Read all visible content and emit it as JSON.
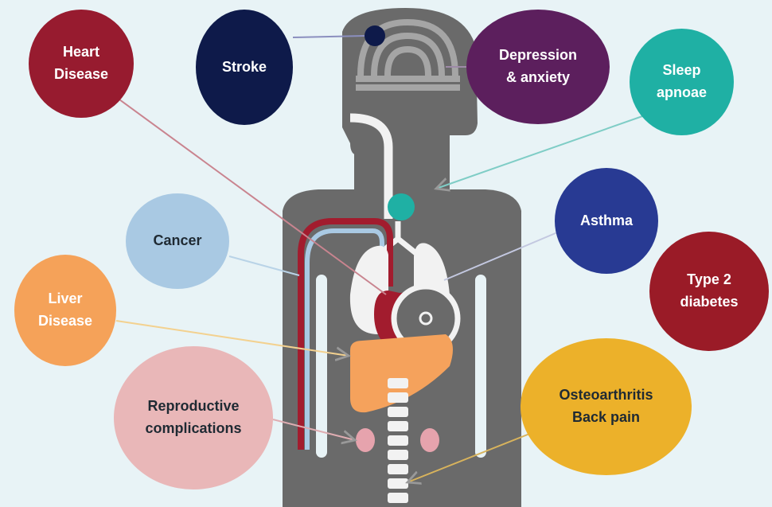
{
  "diagram": {
    "conditions": [
      {
        "id": "heart",
        "label": "Heart\nDisease",
        "color": "#971b2f",
        "text_color": "#ffffff"
      },
      {
        "id": "stroke",
        "label": "Stroke",
        "color": "#0e1a4a",
        "text_color": "#ffffff"
      },
      {
        "id": "dep",
        "label": "Depression\n& anxiety",
        "color": "#5c1f5d",
        "text_color": "#ffffff"
      },
      {
        "id": "sleep",
        "label": "Sleep\napnoae",
        "color": "#1fb0a4",
        "text_color": "#ffffff"
      },
      {
        "id": "cancer",
        "label": "Cancer",
        "color": "#a9c9e3",
        "text_color": "#1f2a33"
      },
      {
        "id": "asthma",
        "label": "Asthma",
        "color": "#283a93",
        "text_color": "#ffffff"
      },
      {
        "id": "type2",
        "label": "Type 2\ndiabetes",
        "color": "#9a1b27",
        "text_color": "#ffffff"
      },
      {
        "id": "liver",
        "label": "Liver\nDisease",
        "color": "#f5a259",
        "text_color": "#ffffff"
      },
      {
        "id": "repro",
        "label": "Reproductive\ncomplications",
        "color": "#e9b7b8",
        "text_color": "#1f2a33"
      },
      {
        "id": "osteo",
        "label": "Osteoarthritis\nBack pain",
        "color": "#ecb12a",
        "text_color": "#1f2a33"
      }
    ],
    "body_colors": {
      "silhouette": "#6a6a6a",
      "brain": "#a5a5a5",
      "lungs": "#f2f2f2",
      "heart": "#a21c2e",
      "liver": "#f5a25c",
      "thyroid": "#1fb0a4",
      "artery": "#a21c2e",
      "vein": "#a9c9e3",
      "ovary": "#e6a3ad",
      "spine": "#f2f2f2",
      "background": "#e8f3f6"
    }
  }
}
